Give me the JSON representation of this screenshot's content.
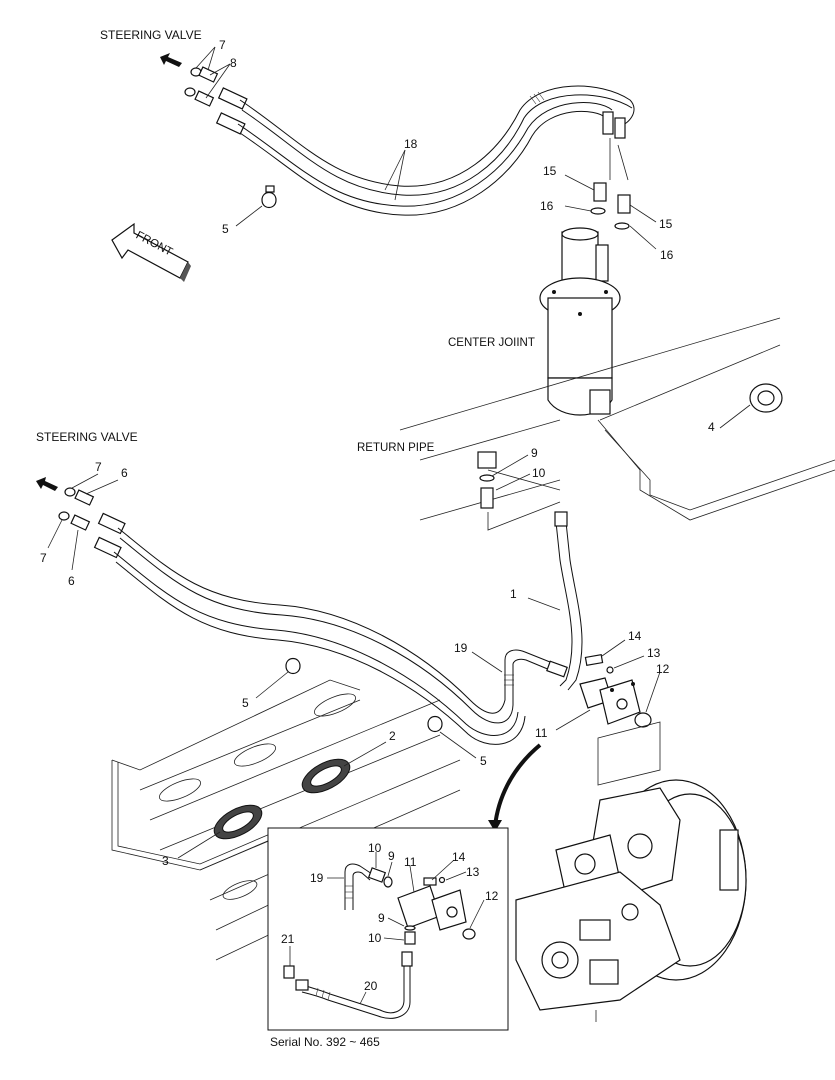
{
  "captions": {
    "steering_valve_top": "STEERING VALVE",
    "steering_valve_mid": "STEERING VALVE",
    "center_joint": "CENTER JOIINT",
    "return_pipe": "RETURN PIPE",
    "front": "FRONT",
    "serial": "Serial No. 392 ~ 465"
  },
  "callouts": {
    "top": {
      "c7": "7",
      "c8": "8",
      "c18": "18",
      "c5": "5",
      "c15a": "15",
      "c16a": "16",
      "c15b": "15",
      "c16b": "16"
    },
    "mid": {
      "c4": "4",
      "c7a": "7",
      "c6a": "6",
      "c7b": "7",
      "c6b": "6",
      "c9": "9",
      "c10": "10",
      "c1": "1",
      "c19": "19",
      "c14": "14",
      "c13": "13",
      "c12": "12",
      "c11": "11",
      "c5a": "5",
      "c5b": "5",
      "c2": "2",
      "c3": "3"
    },
    "inset": {
      "c10": "10",
      "c9": "9",
      "c11": "11",
      "c14": "14",
      "c13": "13",
      "c19": "19",
      "c12": "12",
      "c9b": "9",
      "c10b": "10",
      "c21": "21",
      "c20": "20"
    }
  },
  "icons": [
    "direction-arrow-icon",
    "front-arrow-icon",
    "o-ring-icon",
    "fitting-icon",
    "hose-clamp-icon"
  ]
}
